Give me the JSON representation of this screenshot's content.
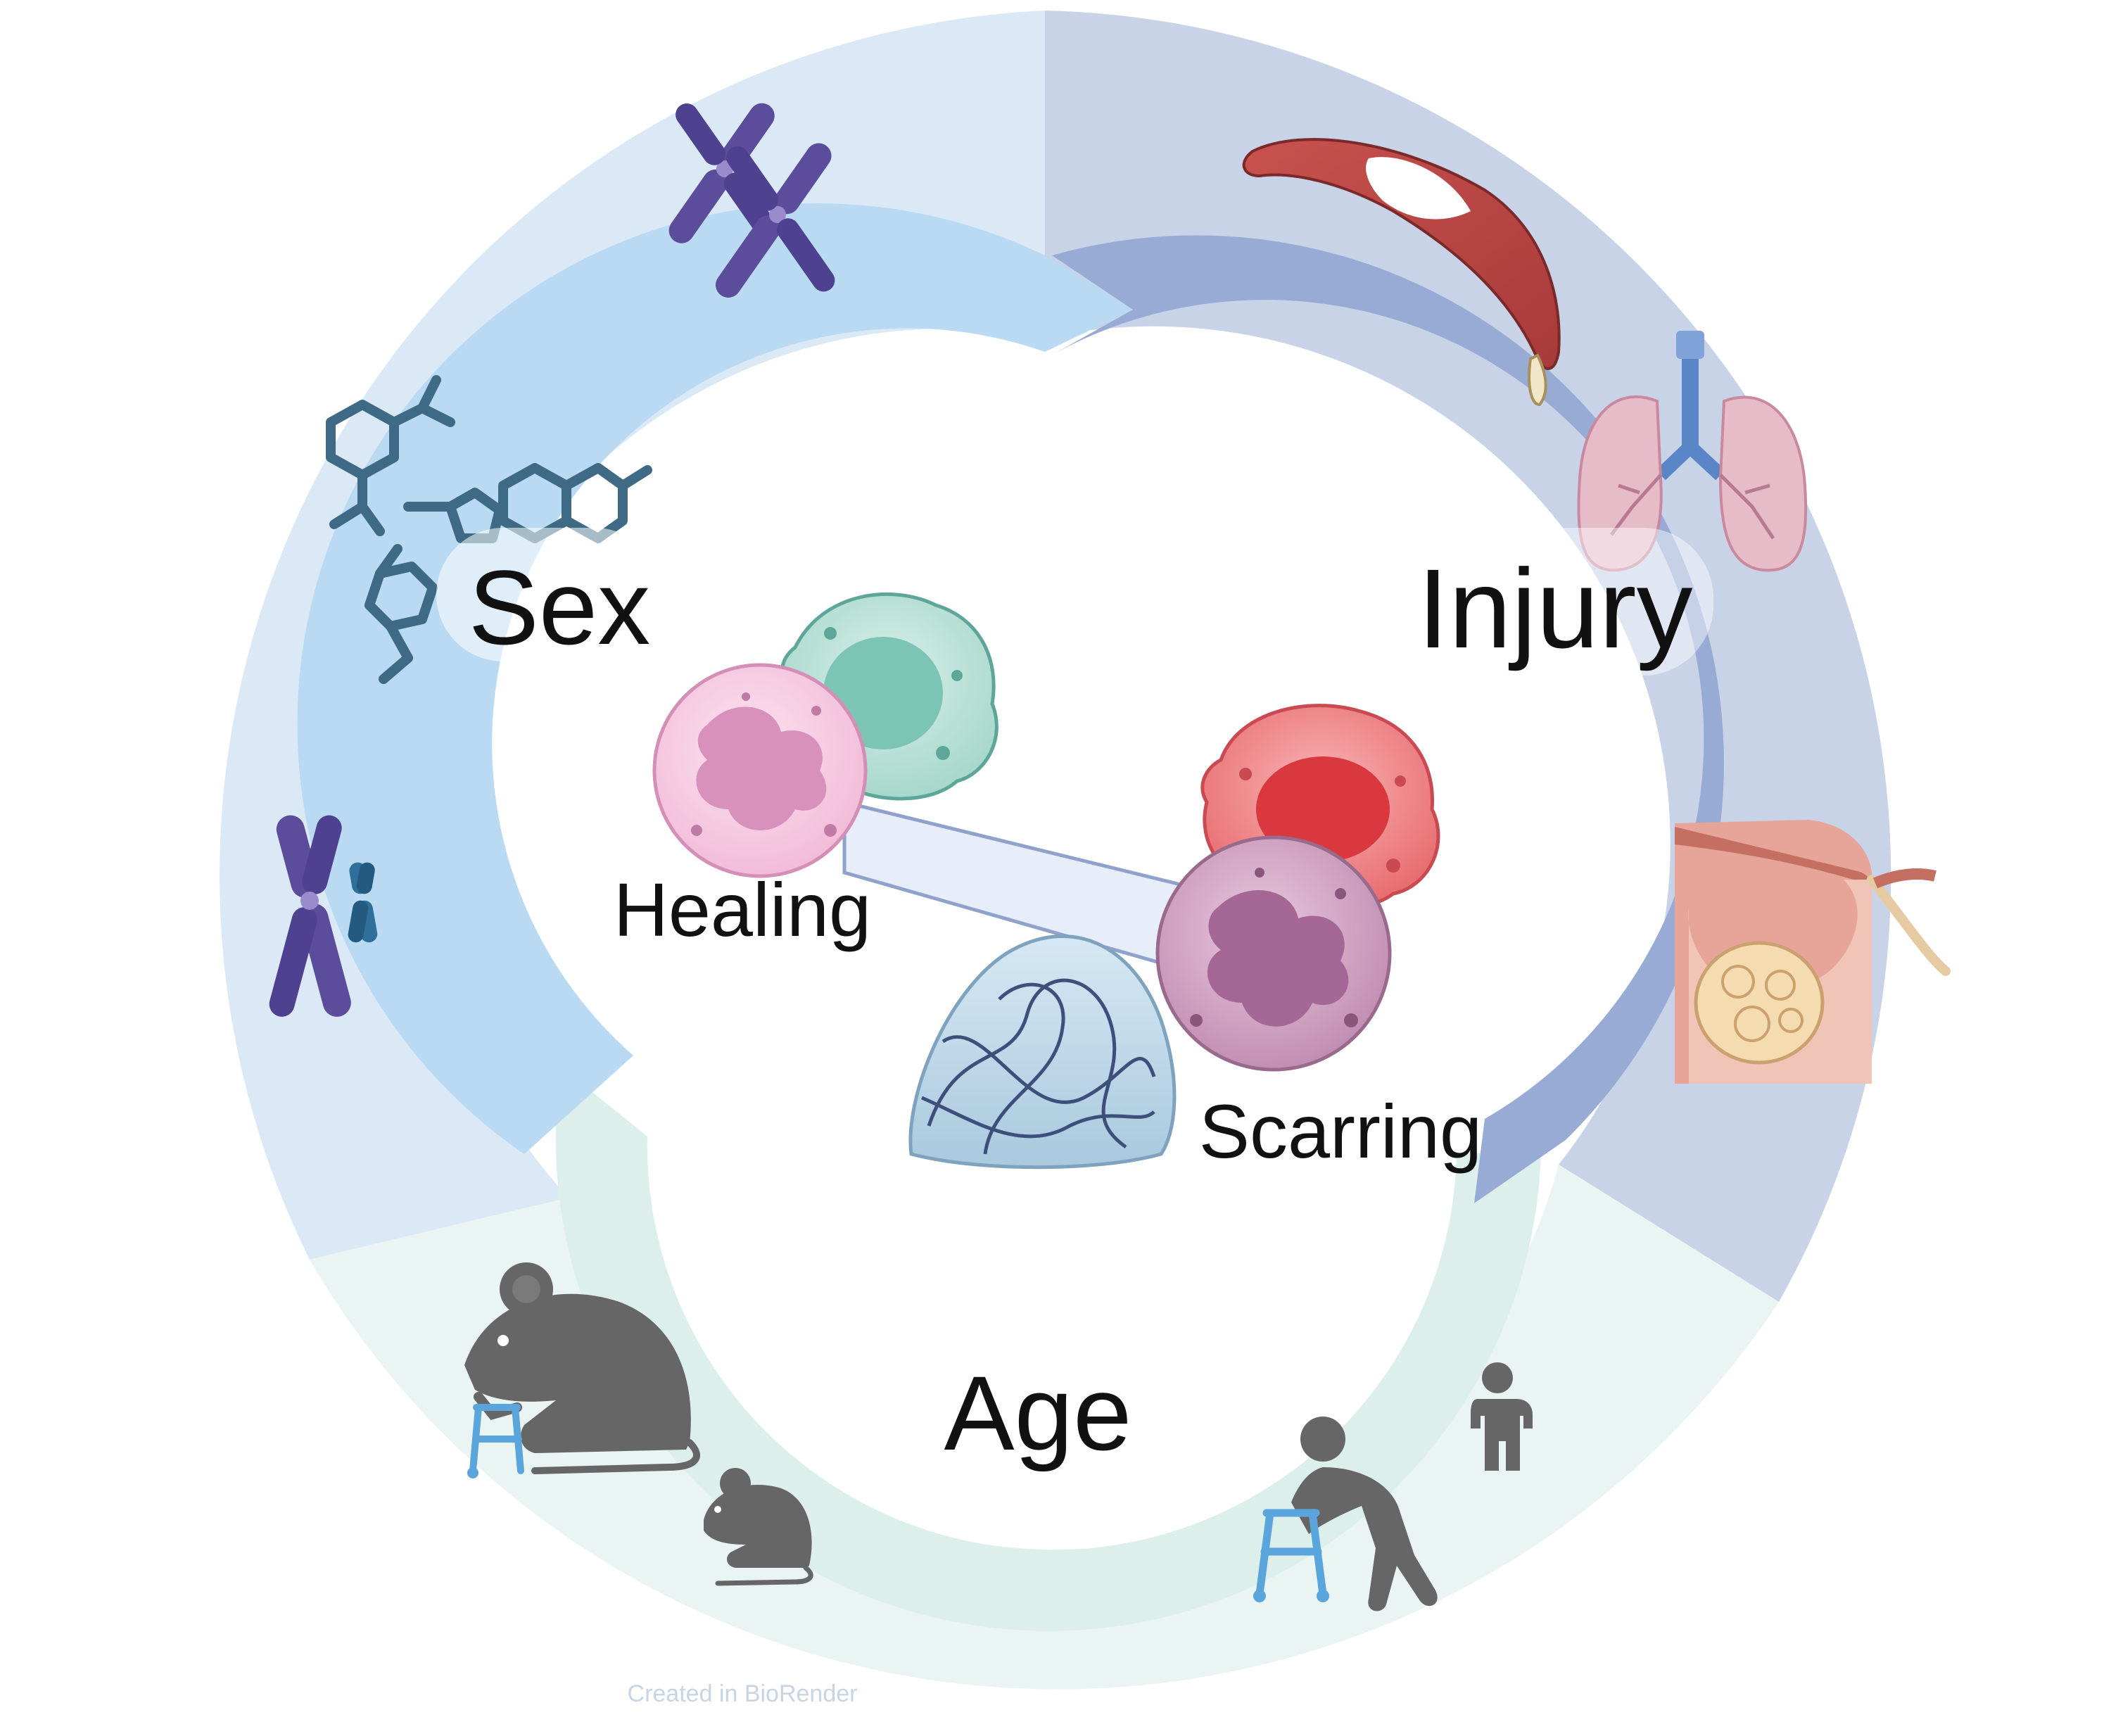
{
  "segments": {
    "sex": {
      "label": "Sex"
    },
    "injury": {
      "label": "Injury"
    },
    "age": {
      "label": "Age"
    }
  },
  "center": {
    "healing_label": "Healing",
    "scarring_label": "Scarring"
  },
  "watermark": "Created in BioRender",
  "colors": {
    "sex_outer": "#dbe9f6",
    "sex_arrow": "#b9daf2",
    "injury_outer": "#c9d3e8",
    "injury_arrow": "#97abd5",
    "age_outer": "#eaf4f2",
    "age_arrow": "#dcefeb",
    "chromosome": "#5b4d9b",
    "molecule": "#3f6a86",
    "silhouette": "#666666",
    "walker": "#5aa6dc"
  },
  "icons": [
    "chromosome-pair-icon",
    "hormone-molecule-icon",
    "xy-chromosome-icon",
    "muscle-icon",
    "lung-icon",
    "uterus-tumor-icon",
    "old-mouse-walker-icon",
    "young-mouse-icon",
    "elderly-person-walker-icon",
    "young-person-icon",
    "macrophage-green-icon",
    "neutrophil-pink-icon",
    "macrophage-red-icon",
    "neutrophil-purple-icon",
    "fibrin-clot-icon"
  ]
}
